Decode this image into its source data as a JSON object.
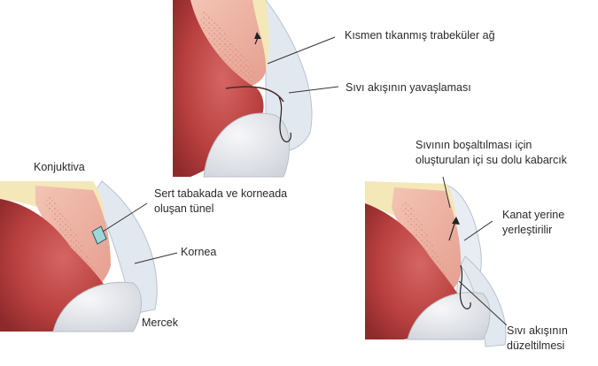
{
  "panels": {
    "top": {
      "labels": {
        "trabecular": "Kısmen tıkanmış trabeküler ağ",
        "slow_flow": "Sıvı akışının yavaşlaması"
      }
    },
    "left": {
      "labels": {
        "conjunctiva": "Konjuktiva",
        "tunnel_line1": "Sert tabakada ve korneada",
        "tunnel_line2": "oluşan tünel",
        "cornea": "Kornea",
        "lens": "Mercek"
      }
    },
    "right": {
      "labels": {
        "bleb_line1": "Sıvının boşaltılması için",
        "bleb_line2": "oluşturulan içi su dolu kabarcık",
        "flap_line1": "Kanat yerine",
        "flap_line2": "yerleştirilir",
        "restore_line1": "Sıvı akışının",
        "restore_line2": "düzeltilmesi"
      }
    }
  },
  "colors": {
    "iris_red": "#c24a4a",
    "iris_dark": "#9e2f33",
    "sclera_pink": "#efb7a8",
    "tissue_yellow": "#f4e7b8",
    "lens_gray": "#e4e6ea",
    "cornea_blue": "#dfe6ef",
    "tunnel_cyan": "#9fd6d8",
    "leader": "#333333"
  }
}
